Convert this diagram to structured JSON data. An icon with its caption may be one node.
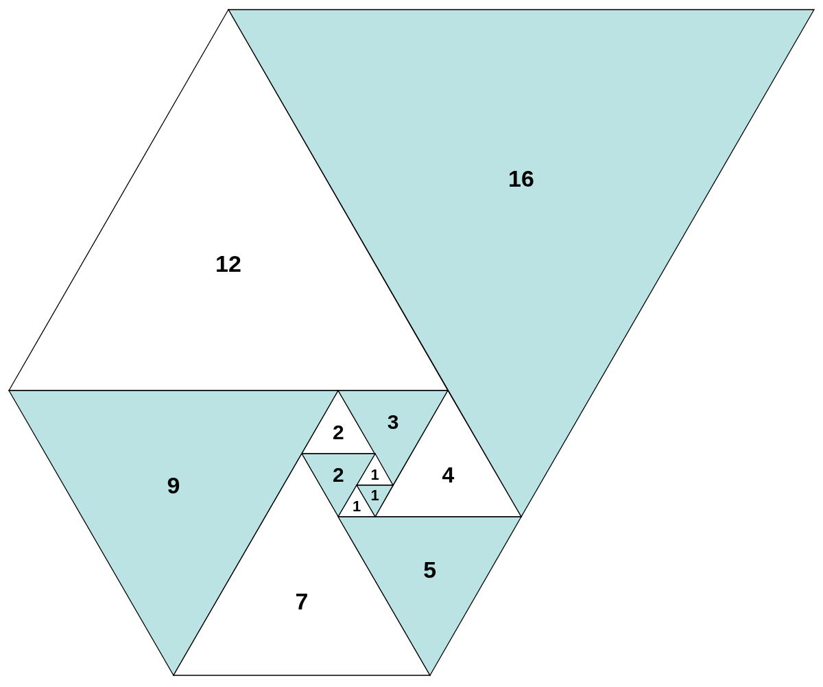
{
  "diagram": {
    "nodes": [
      {
        "text": [
          "16"
        ]
      },
      {
        "text": [
          "12"
        ]
      },
      {
        "text": [
          "2"
        ]
      },
      {
        "text": [
          "3"
        ]
      },
      {
        "text": [
          "1"
        ]
      },
      {
        "text": [
          "2"
        ]
      },
      {
        "text": [
          "4"
        ]
      },
      {
        "text": [
          "1"
        ]
      },
      {
        "text": [
          "1"
        ]
      },
      {
        "text": [
          "9"
        ]
      },
      {
        "text": [
          "7"
        ]
      },
      {
        "text": [
          "5"
        ]
      }
    ]
  }
}
